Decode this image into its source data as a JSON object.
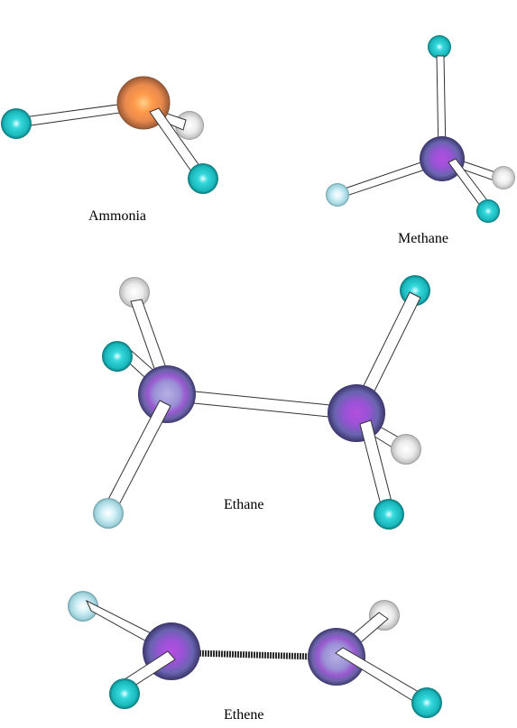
{
  "molecules": {
    "ammonia": {
      "label": "Ammonia"
    },
    "methane": {
      "label": "Methane"
    },
    "ethane": {
      "label": "Ethane"
    },
    "ethene": {
      "label": "Ethene"
    }
  },
  "colors": {
    "nitrogen": "#f2904a",
    "carbon": "#8f87c9",
    "hydrogen_front": "#1fc8cc",
    "hydrogen_back": "#e2e2e2",
    "hydrogen_pale": "#b8dfe8",
    "bond_outline": "#333333"
  },
  "icons": [
    "nitrogen-atom",
    "carbon-atom",
    "hydrogen-atom"
  ]
}
